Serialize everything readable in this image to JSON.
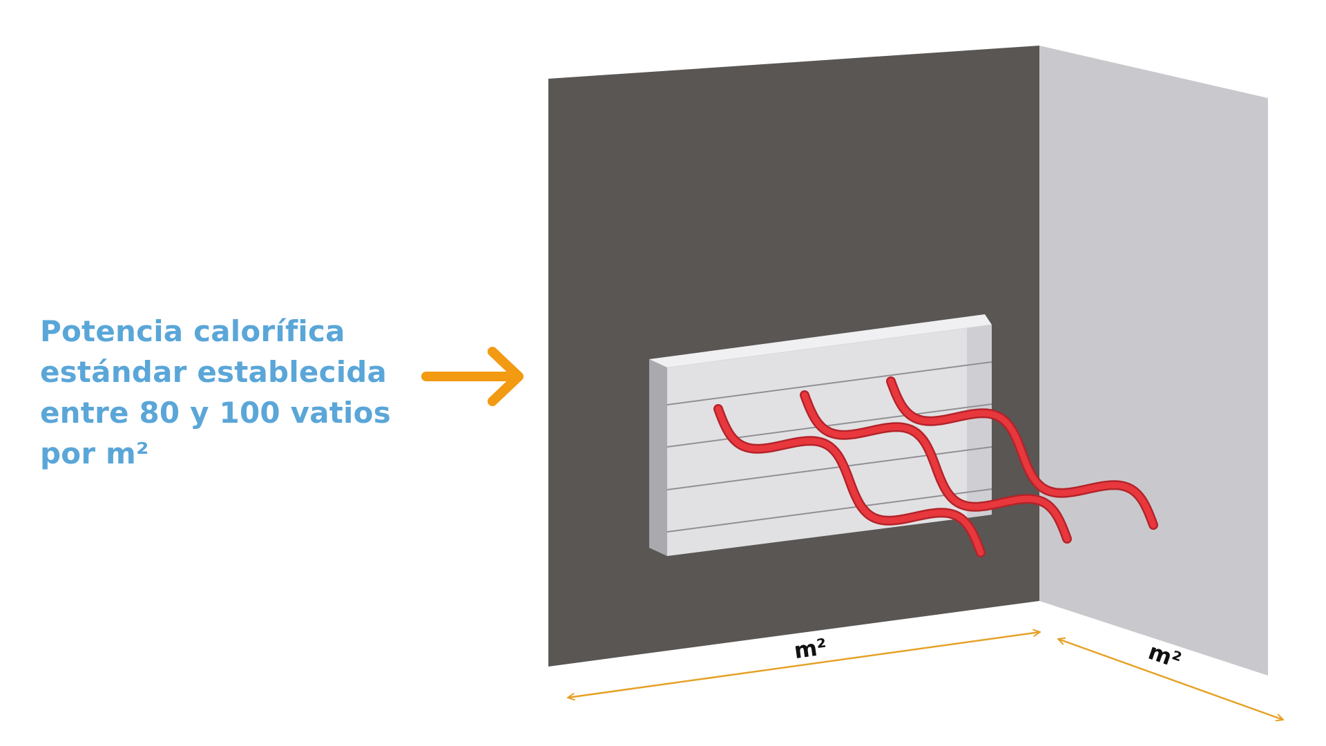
{
  "caption": {
    "line1": "Potencia calorífica",
    "line2": "estándar establecida",
    "line3": "entre 80 y 100 vatios",
    "line4": "por m²"
  },
  "dimensions": {
    "front_wall_label": "m²",
    "side_wall_label": "m²"
  },
  "colors": {
    "caption_text": "#5aa6d8",
    "arrow": "#f29a12",
    "front_wall": "#595654",
    "side_wall": "#c9c9cd",
    "radiator": "#e1e1e3",
    "heat_waves": "#e8383d",
    "dimension_lines": "#e5a126"
  },
  "icons": {
    "pointer": "arrow-right-icon",
    "heat": "heat-wave-icon",
    "radiator": "radiator-icon"
  }
}
